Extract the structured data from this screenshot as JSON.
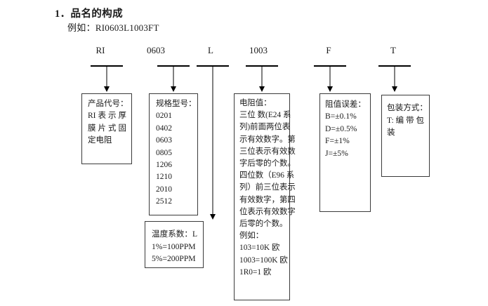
{
  "document": {
    "heading": "1．品名的构成",
    "example_label": "例如：",
    "example_code": "RI0603L1003FT"
  },
  "code_segments": [
    {
      "label": "RI",
      "name": "product-code"
    },
    {
      "label": "0603",
      "name": "size-code"
    },
    {
      "label": "L",
      "name": "tempco-code"
    },
    {
      "label": "1003",
      "name": "resistance-code"
    },
    {
      "label": "F",
      "name": "tolerance-code"
    },
    {
      "label": "T",
      "name": "packaging-code"
    }
  ],
  "boxes": {
    "product": {
      "title": "产品代号：",
      "lines": [
        "RI 表示厚",
        "膜片式固",
        "定电阻"
      ]
    },
    "size": {
      "title": "规格型号：",
      "values": [
        "0201",
        "0402",
        "0603",
        "0805",
        "1206",
        "1210",
        "2010",
        "2512"
      ]
    },
    "tempco": {
      "title": "温度系数：L",
      "lines": [
        "1%=100PPM",
        "5%=200PPM"
      ]
    },
    "resistance": {
      "title": "电阻值：",
      "lines": [
        "三位 数(E24 系",
        "列)前面两位表",
        "示有效数字。第",
        "三位表示有效数",
        "字后零的个数。",
        "四位数（E96 系",
        "列）前三位表示",
        "有效数字，第四",
        "位表示有效数字",
        "后零的个数。",
        "例如：",
        "103=10K 欧",
        "1003=100K 欧",
        "1R0=1 欧"
      ]
    },
    "tolerance": {
      "title": "阻值误差：",
      "lines": [
        "B=±0.1%",
        "D=±0.5%",
        "F=±1%",
        "J=±5%"
      ]
    },
    "packaging": {
      "title": "包装方式：",
      "lines": [
        "T: 编带包",
        "装"
      ]
    }
  },
  "colors": {
    "ink": "#1a1a1a",
    "rule": "#3a3a3a",
    "background": "#ffffff"
  }
}
